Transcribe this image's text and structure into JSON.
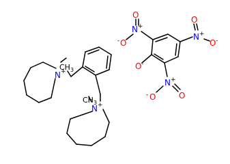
{
  "molecule": {
    "cation_nitrogen_label": "N",
    "charge_plus": "+",
    "methyl_label": "CH",
    "methyl_subscript": "3",
    "nitro_nitrogen_label": "N",
    "nitro_plus": "+",
    "oxygen_label": "O",
    "oxide_minus": "-"
  },
  "colors": {
    "bond": "#000000",
    "nitrogen": "#0000ff",
    "oxygen": "#ff0000"
  }
}
